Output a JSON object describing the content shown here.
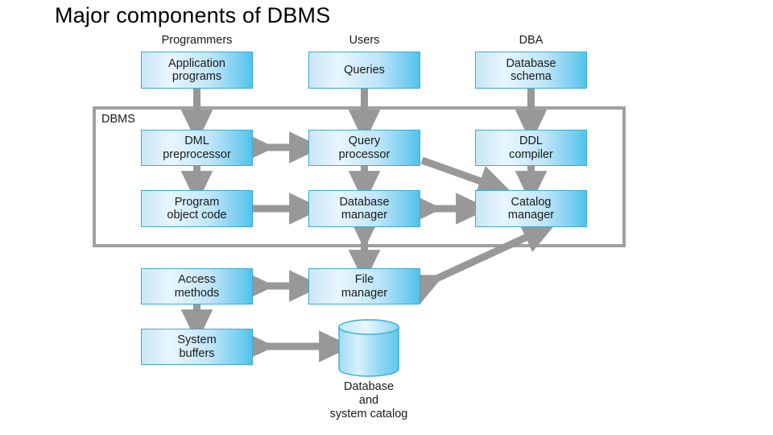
{
  "slide": {
    "title": "Major components of DBMS"
  },
  "diagram": {
    "container_label": "DBMS",
    "captions": [
      {
        "key": "programmers",
        "text": "Programmers"
      },
      {
        "key": "users",
        "text": "Users"
      },
      {
        "key": "dba",
        "text": "DBA"
      }
    ],
    "nodes": [
      {
        "key": "application-programs",
        "text": "Application\nprograms"
      },
      {
        "key": "queries",
        "text": "Queries"
      },
      {
        "key": "database-schema",
        "text": "Database\nschema"
      },
      {
        "key": "dml-preprocessor",
        "text": "DML\npreprocessor"
      },
      {
        "key": "query-processor",
        "text": "Query\nprocessor"
      },
      {
        "key": "ddl-compiler",
        "text": "DDL\ncompiler"
      },
      {
        "key": "program-object-code",
        "text": "Program\nobject code"
      },
      {
        "key": "database-manager",
        "text": "Database\nmanager"
      },
      {
        "key": "catalog-manager",
        "text": "Catalog\nmanager"
      },
      {
        "key": "access-methods",
        "text": "Access\nmethods"
      },
      {
        "key": "file-manager",
        "text": "File\nmanager"
      },
      {
        "key": "system-buffers",
        "text": "System\nbuffers"
      }
    ],
    "datastore": {
      "key": "database-and-system-catalog",
      "label": "Database\nand\nsystem catalog"
    },
    "colors": {
      "box_border": "#3fa9d4",
      "box_fill_light": "#e8f6fd",
      "box_fill_dark": "#4fc3ea",
      "arrow": "#989898",
      "container_border": "#a0a0a0",
      "text": "#1a1a1a",
      "background": "#ffffff"
    },
    "edges": [
      {
        "from": "application-programs",
        "to": "dml-preprocessor",
        "kind": "single"
      },
      {
        "from": "queries",
        "to": "query-processor",
        "kind": "single"
      },
      {
        "from": "database-schema",
        "to": "ddl-compiler",
        "kind": "single"
      },
      {
        "from": "dml-preprocessor",
        "to": "query-processor",
        "kind": "double"
      },
      {
        "from": "dml-preprocessor",
        "to": "program-object-code",
        "kind": "single"
      },
      {
        "from": "query-processor",
        "to": "database-manager",
        "kind": "single"
      },
      {
        "from": "query-processor",
        "to": "catalog-manager",
        "kind": "single"
      },
      {
        "from": "ddl-compiler",
        "to": "catalog-manager",
        "kind": "single"
      },
      {
        "from": "program-object-code",
        "to": "database-manager",
        "kind": "single"
      },
      {
        "from": "database-manager",
        "to": "catalog-manager",
        "kind": "double"
      },
      {
        "from": "database-manager",
        "to": "file-manager",
        "kind": "double"
      },
      {
        "from": "access-methods",
        "to": "file-manager",
        "kind": "double"
      },
      {
        "from": "access-methods",
        "to": "system-buffers",
        "kind": "single"
      },
      {
        "from": "file-manager",
        "to": "catalog-manager",
        "kind": "double"
      },
      {
        "from": "system-buffers",
        "to": "database-and-system-catalog",
        "kind": "double"
      }
    ]
  }
}
